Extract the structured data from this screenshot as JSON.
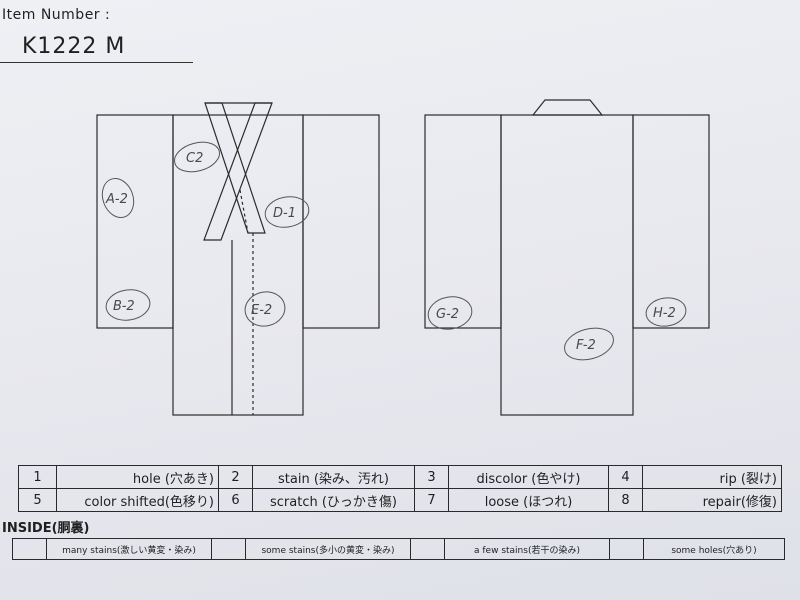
{
  "header": {
    "item_number_label": "Item Number :",
    "item_code": "K1222   M"
  },
  "diagram": {
    "front_marks": [
      "C2",
      "A-2",
      "D-1",
      "B-2",
      "E-2"
    ],
    "back_marks": [
      "G-2",
      "F-2",
      "H-2"
    ]
  },
  "defect_table": {
    "rows": [
      [
        {
          "num": "1",
          "label": "hole (穴あき)"
        },
        {
          "num": "2",
          "label": "stain (染み、汚れ)"
        },
        {
          "num": "3",
          "label": "discolor (色やけ)"
        },
        {
          "num": "4",
          "label": "rip (裂け)"
        }
      ],
      [
        {
          "num": "5",
          "label": "color shifted(色移り)"
        },
        {
          "num": "6",
          "label": "scratch (ひっかき傷)"
        },
        {
          "num": "7",
          "label": "loose (ほつれ)"
        },
        {
          "num": "8",
          "label": "repair(修復)"
        }
      ]
    ]
  },
  "inside": {
    "title": "INSIDE(胴裏)",
    "items": [
      "many stains(激しい黄変・染み)",
      "some stains(多小の黄変・染み)",
      "a few stains(若干の染み)",
      "some holes(穴あり)"
    ]
  }
}
